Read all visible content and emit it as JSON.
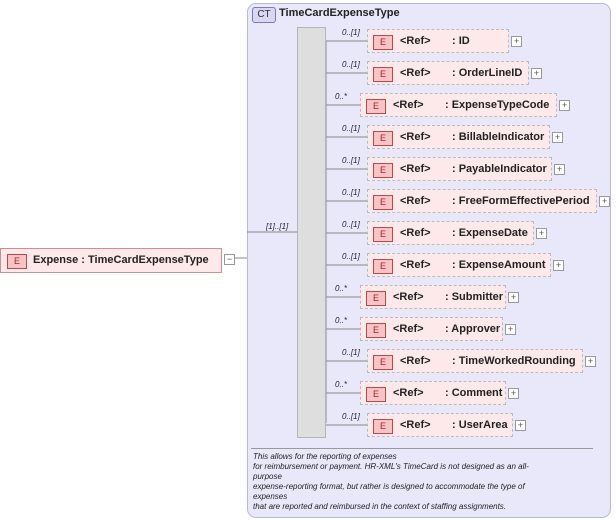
{
  "complex_type": {
    "badge": "CT",
    "name": "TimeCardExpenseType"
  },
  "root": {
    "badge": "E",
    "label": "Expense : TimeCardExpenseType",
    "collapse": "−"
  },
  "sequence": {
    "occurrence": "[1]..[1]"
  },
  "children": [
    {
      "occurrence": "0..[1]",
      "badge": "E",
      "ref": "<Ref>",
      "name": ": ID",
      "expand": "+"
    },
    {
      "occurrence": "0..[1]",
      "badge": "E",
      "ref": "<Ref>",
      "name": ": OrderLineID",
      "expand": "+"
    },
    {
      "occurrence": "0..*",
      "badge": "E",
      "ref": "<Ref>",
      "name": ": ExpenseTypeCode",
      "expand": "+"
    },
    {
      "occurrence": "0..[1]",
      "badge": "E",
      "ref": "<Ref>",
      "name": ": BillableIndicator",
      "expand": "+"
    },
    {
      "occurrence": "0..[1]",
      "badge": "E",
      "ref": "<Ref>",
      "name": ": PayableIndicator",
      "expand": "+"
    },
    {
      "occurrence": "0..[1]",
      "badge": "E",
      "ref": "<Ref>",
      "name": ": FreeFormEffectivePeriod",
      "expand": "+"
    },
    {
      "occurrence": "0..[1]",
      "badge": "E",
      "ref": "<Ref>",
      "name": ": ExpenseDate",
      "expand": "+"
    },
    {
      "occurrence": "0..[1]",
      "badge": "E",
      "ref": "<Ref>",
      "name": ": ExpenseAmount",
      "expand": "+"
    },
    {
      "occurrence": "0..*",
      "badge": "E",
      "ref": "<Ref>",
      "name": ": Submitter",
      "expand": "+"
    },
    {
      "occurrence": "0..*",
      "badge": "E",
      "ref": "<Ref>",
      "name": ": Approver",
      "expand": "+"
    },
    {
      "occurrence": "0..[1]",
      "badge": "E",
      "ref": "<Ref>",
      "name": ": TimeWorkedRounding",
      "expand": "+"
    },
    {
      "occurrence": "0..*",
      "badge": "E",
      "ref": "<Ref>",
      "name": ": Comment",
      "expand": "+"
    },
    {
      "occurrence": "0..[1]",
      "badge": "E",
      "ref": "<Ref>",
      "name": ": UserArea",
      "expand": "+"
    }
  ],
  "description": [
    "This allows for the reporting of expenses",
    "for reimbursement or payment. HR-XML's TimeCard is not designed as an all-",
    "purpose",
    "expense-reporting format, but rather is designed to accommodate the type of",
    "expenses",
    "that are reported and reimbursed in the context of staffing assignments."
  ]
}
